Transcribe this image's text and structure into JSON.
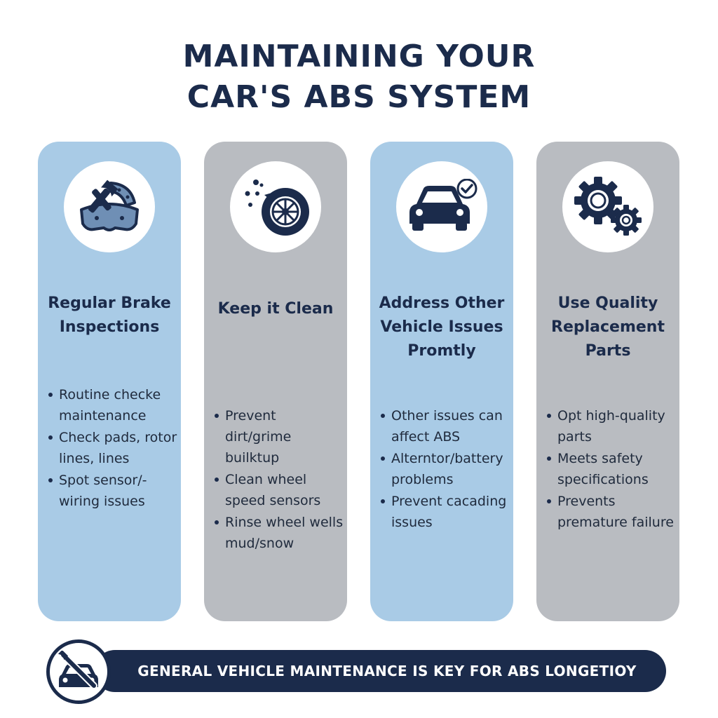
{
  "title": {
    "line1": "MAINTAINING YOUR",
    "line2": "CAR'S ABS SYSTEM"
  },
  "cards": [
    {
      "heading_lines": [
        "Regular Brake",
        "Inspections"
      ],
      "icon": "wrench-brake-pad-icon",
      "bullets": [
        "Routine checke maintenance",
        "Check pads, rotor lines, lines",
        "Spot sensor/- wiring issues"
      ]
    },
    {
      "heading_lines": [
        "Keep it Clean"
      ],
      "icon": "wheel-spray-icon",
      "bullets": [
        "Prevent dirt/grime builktup",
        "Clean wheel speed sensors",
        "Rinse wheel wells mud/snow"
      ]
    },
    {
      "heading_lines": [
        "Address Other",
        "Vehicle Issues",
        "Promtly"
      ],
      "icon": "car-check-icon",
      "bullets": [
        "Other issues can affect ABS",
        "Alterntor/battery problems",
        "Prevent cacading issues"
      ]
    },
    {
      "heading_lines": [
        "Use Quality",
        "Replacement",
        "Parts"
      ],
      "icon": "gears-icon",
      "bullets": [
        "Opt high-quality parts",
        "Meets safety specifications",
        "Prevents premature failure"
      ]
    }
  ],
  "banner": {
    "text": "GENERAL VEHICLE MAINTENANCE IS KEY FOR ABS LONGETIOY",
    "icon": "car-wrench-badge-icon"
  },
  "colors": {
    "navy": "#1b2b4b",
    "card_blue": "#a9cbe6",
    "card_gray": "#b9bcc1"
  }
}
